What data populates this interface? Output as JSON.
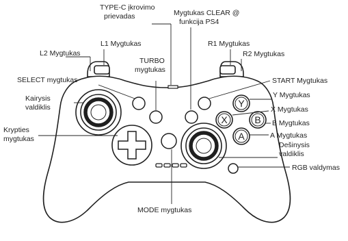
{
  "labels": {
    "typec": [
      "TYPE-C įkrovimo",
      "prievadas"
    ],
    "clear": [
      "Mygtukas CLEAR @",
      "funkcija PS4"
    ],
    "l1": "L1 Mygtukas",
    "l2": "L2 Mygtukas",
    "r1": "R1 Mygtukas",
    "r2": "R2 Mygtukas",
    "turbo": [
      "TURBO",
      "mygtukas"
    ],
    "select": "SELECT mygtukas",
    "start": "START Mygtukas",
    "y": "Y Mygtukas",
    "x": "X Mygtukas",
    "b": "B Mygtukas",
    "a": "A Mygtukas",
    "left_stick": [
      "Kairysis",
      "valdiklis"
    ],
    "right_stick": [
      "Dešinysis",
      "valdiklis"
    ],
    "dpad": [
      "Krypties",
      "mygtukas"
    ],
    "rgb": "RGB valdymas",
    "mode": "MODE mygtukas"
  },
  "face_letters": {
    "y": "Y",
    "x": "X",
    "b": "B",
    "a": "A"
  }
}
